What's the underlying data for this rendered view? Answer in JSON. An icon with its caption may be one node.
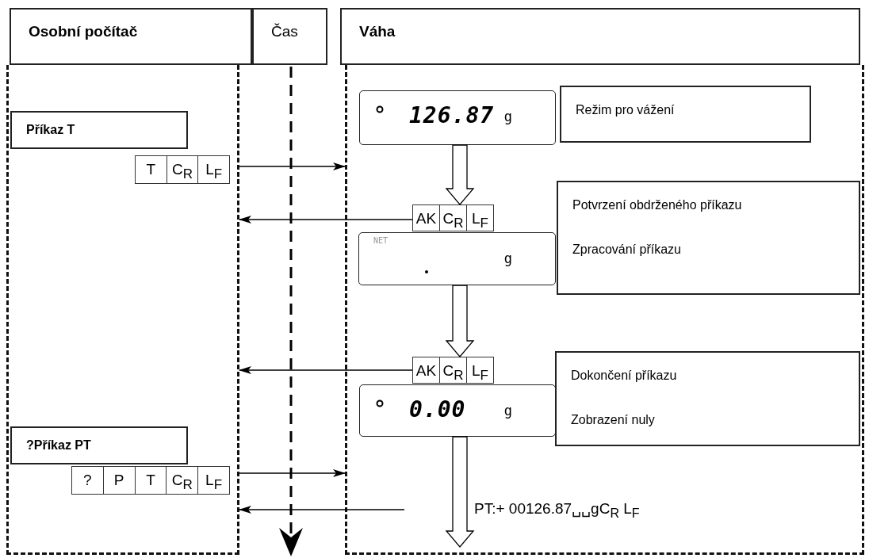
{
  "diagram": {
    "nodes": [
      {
        "text": [
          "Osobní počítač"
        ]
      },
      {
        "text": [
          "Čas"
        ]
      },
      {
        "text": [
          "Váha"
        ]
      },
      {
        "text": [],
        "shape": "box"
      },
      {
        "text": [],
        "shape": "box"
      },
      {
        "text": [
          "Příkaz T"
        ],
        "in": 3
      },
      {
        "text": [
          "T",
          "C$_{R}$",
          "L$_{F}$"
        ],
        "in": 3
      },
      {
        "text": [
          "126.87",
          "g"
        ],
        "in": 4
      },
      {
        "text": [
          "Režim pro vážení"
        ],
        "in": 4
      },
      {
        "text": [
          "AK",
          "C$_{R}$",
          "L$_{F}$"
        ],
        "in": 4
      },
      {
        "text": [
          "Potvrzení obdrženého příkazu",
          "Zpracování příkazu"
        ],
        "in": 4
      },
      {
        "text": [
          "NET",
          "g"
        ],
        "in": 4
      },
      {
        "text": [
          "AK",
          "C$_{R}$",
          "L$_{F}$"
        ],
        "in": 4
      },
      {
        "text": [
          "0.00",
          "g"
        ],
        "in": 4
      },
      {
        "text": [
          "Dokončení příkazu",
          "Zobrazení nuly"
        ],
        "in": 4
      },
      {
        "text": [
          "?Příkaz PT"
        ],
        "in": 3
      },
      {
        "text": [
          "?",
          "P",
          "T",
          "C$_{R}$",
          "L$_{F}$"
        ],
        "in": 3
      },
      {
        "text": [
          "PT:+ 00126.87␣␣gC$_{R}$ L$_{F}$"
        ],
        "in": 4
      }
    ],
    "edges": [
      {
        "from": 3,
        "to": 4,
        "arrow": "to"
      },
      {
        "from": 7,
        "to": 9,
        "arrow": "to",
        "style": "thick"
      },
      {
        "from": 9,
        "to": 3,
        "arrow": "to"
      },
      {
        "from": 11,
        "to": 12,
        "arrow": "to",
        "style": "thick"
      },
      {
        "from": 12,
        "to": 3,
        "arrow": "to"
      },
      {
        "from": 3,
        "to": 4,
        "arrow": "to"
      },
      {
        "from": null,
        "to": 3,
        "arrow": "to"
      },
      {
        "from": 13,
        "to": null,
        "arrow": "to",
        "style": "thick"
      }
    ]
  }
}
